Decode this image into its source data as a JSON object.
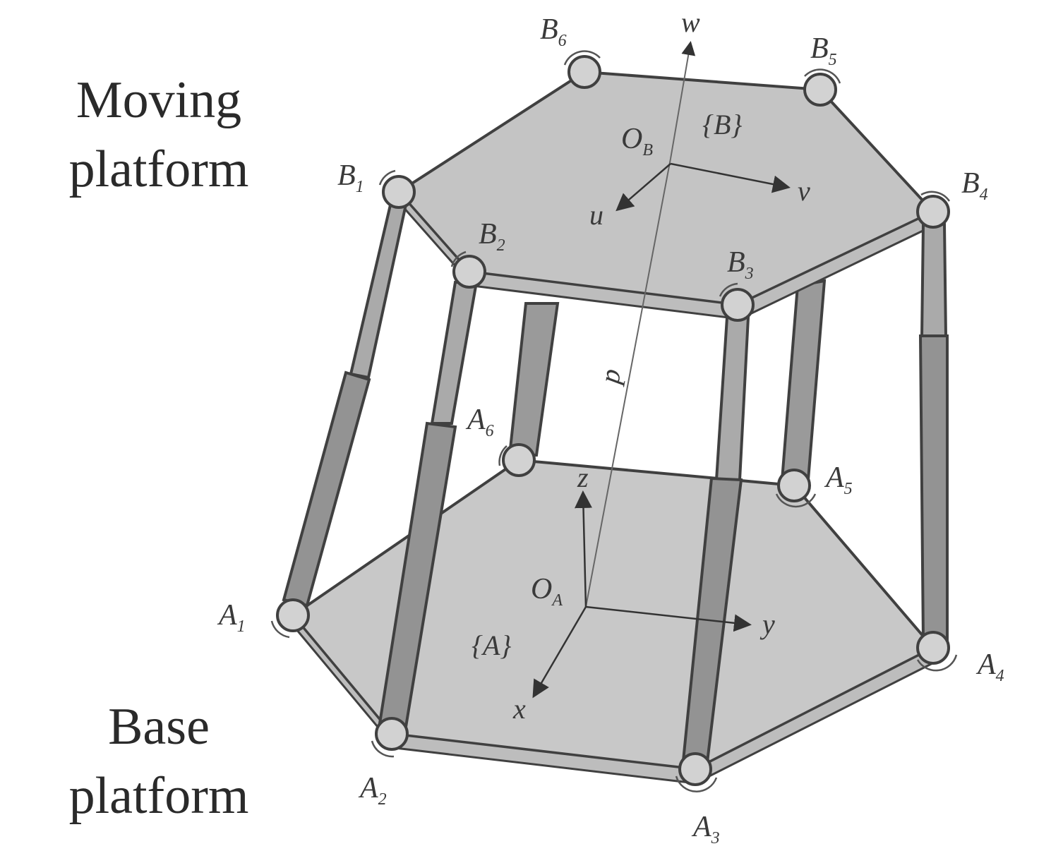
{
  "labels": {
    "moving_line1": "Moving",
    "moving_line2": "platform",
    "base_line1": "Base",
    "base_line2": "platform"
  },
  "points": {
    "B1": {
      "main": "B",
      "sub": "1"
    },
    "B2": {
      "main": "B",
      "sub": "2"
    },
    "B3": {
      "main": "B",
      "sub": "3"
    },
    "B4": {
      "main": "B",
      "sub": "4"
    },
    "B5": {
      "main": "B",
      "sub": "5"
    },
    "B6": {
      "main": "B",
      "sub": "6"
    },
    "A1": {
      "main": "A",
      "sub": "1"
    },
    "A2": {
      "main": "A",
      "sub": "2"
    },
    "A3": {
      "main": "A",
      "sub": "3"
    },
    "A4": {
      "main": "A",
      "sub": "4"
    },
    "A5": {
      "main": "A",
      "sub": "5"
    },
    "A6": {
      "main": "A",
      "sub": "6"
    }
  },
  "frames": {
    "moving_origin": {
      "main": "O",
      "sub": "B"
    },
    "moving_frame": "{B}",
    "base_origin": {
      "main": "O",
      "sub": "A"
    },
    "base_frame": "{A}"
  },
  "axes": {
    "u": "u",
    "v": "v",
    "w": "w",
    "x": "x",
    "y": "y",
    "z": "z",
    "p": "p"
  },
  "colors": {
    "platform_fill": "#c4c4c4",
    "leg_fill": "#9a9a9a",
    "edge": "#404040",
    "joint_fill": "#d2d2d2"
  }
}
